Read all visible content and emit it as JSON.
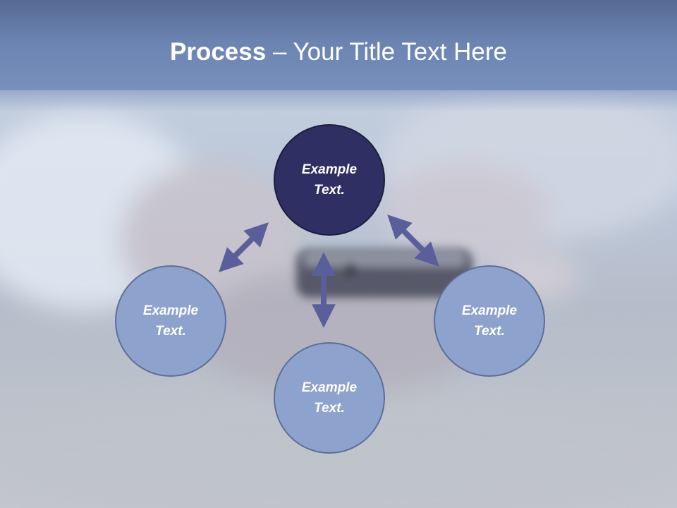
{
  "slide": {
    "title_bold": "Process",
    "title_rest": " – Your Title Text Here"
  },
  "nodes": [
    {
      "id": "top",
      "text": "Example Text."
    },
    {
      "id": "left",
      "text": "Example Text."
    },
    {
      "id": "right",
      "text": "Example Text."
    },
    {
      "id": "bottom",
      "text": "Example Text."
    }
  ],
  "colors": {
    "title_bar": "#6b83b0",
    "primary_node": "#302f63",
    "secondary_node": "#8da2cc",
    "arrow": "#5a5f9c"
  }
}
